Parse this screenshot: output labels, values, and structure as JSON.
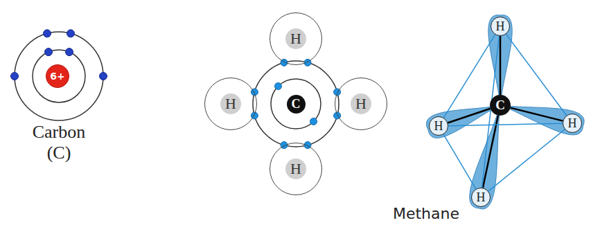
{
  "diagram": {
    "nodes": [
      {
        "text": [
          "6+"
        ]
      },
      {
        "text": [
          "H"
        ]
      },
      {
        "text": [
          "H"
        ]
      },
      {
        "text": [
          "C"
        ]
      },
      {
        "text": [
          "H"
        ]
      },
      {
        "text": [
          "H"
        ]
      },
      {
        "text": [
          "H"
        ]
      },
      {
        "text": [
          "H"
        ]
      },
      {
        "text": [
          "C"
        ]
      },
      {
        "text": [
          "H"
        ]
      },
      {
        "text": [
          "H"
        ]
      }
    ],
    "edges": [
      {
        "from": 8,
        "to": 6,
        "arrow": "none"
      },
      {
        "from": 8,
        "to": 7,
        "arrow": "none"
      },
      {
        "from": 8,
        "to": 9,
        "arrow": "none"
      },
      {
        "from": 8,
        "to": 10,
        "arrow": "none"
      },
      {
        "from": 6,
        "to": 7,
        "arrow": "none"
      },
      {
        "from": 6,
        "to": 9,
        "arrow": "none"
      },
      {
        "from": 6,
        "to": 10,
        "arrow": "none"
      },
      {
        "from": 7,
        "to": 9,
        "arrow": "none"
      },
      {
        "from": 7,
        "to": 10,
        "arrow": "none"
      },
      {
        "from": 9,
        "to": 10,
        "arrow": "none"
      }
    ],
    "labels": [
      "Carbon (C)",
      "Methane"
    ]
  }
}
